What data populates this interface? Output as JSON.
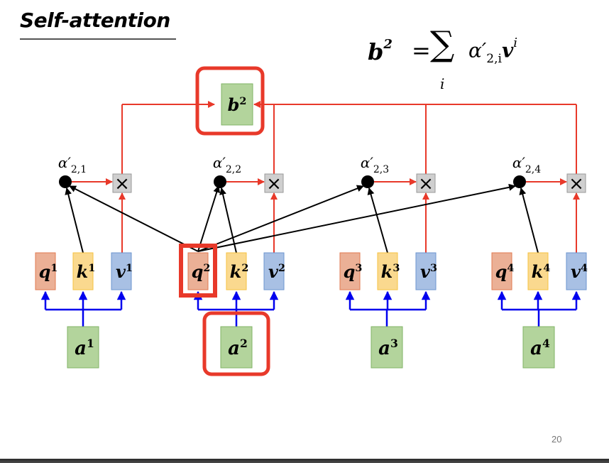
{
  "slide": {
    "title": "Self-attention",
    "page_number": "20"
  },
  "formula": {
    "lhs": "b",
    "lhs_sup": "2",
    "equals": "=",
    "sum_symbol": "∑",
    "sum_index": "i",
    "alpha": "α′",
    "alpha_sub": "2,i",
    "v": "v",
    "v_sup": "i"
  },
  "output": {
    "label": "b",
    "sup": "2",
    "highlighted": true
  },
  "attention_scores": [
    {
      "label": "α′",
      "sub": "2,1"
    },
    {
      "label": "α′",
      "sub": "2,2"
    },
    {
      "label": "α′",
      "sub": "2,3"
    },
    {
      "label": "α′",
      "sub": "2,4"
    }
  ],
  "multiply_symbol": "×",
  "tokens": [
    {
      "index": "1",
      "q": "q",
      "k": "k",
      "v": "v",
      "a": "a",
      "q_highlighted": false,
      "a_highlighted": false
    },
    {
      "index": "2",
      "q": "q",
      "k": "k",
      "v": "v",
      "a": "a",
      "q_highlighted": true,
      "a_highlighted": true
    },
    {
      "index": "3",
      "q": "q",
      "k": "k",
      "v": "v",
      "a": "a",
      "q_highlighted": false,
      "a_highlighted": false
    },
    {
      "index": "4",
      "q": "q",
      "k": "k",
      "v": "v",
      "a": "a",
      "q_highlighted": false,
      "a_highlighted": false
    }
  ],
  "colors": {
    "query_fill": "#ebb096",
    "query_stroke": "#e07a50",
    "key_fill": "#fad98f",
    "key_stroke": "#f5c242",
    "value_fill": "#a8c0e4",
    "value_stroke": "#6d96cf",
    "input_fill": "#b3d49c",
    "input_stroke": "#82b366",
    "highlight": "#e8392a",
    "weighted_sum_arrow": "#e8392a",
    "projection_arrow": "#0000ee",
    "score_arrow": "#000000",
    "multiply_fill": "#cfcfcf"
  }
}
